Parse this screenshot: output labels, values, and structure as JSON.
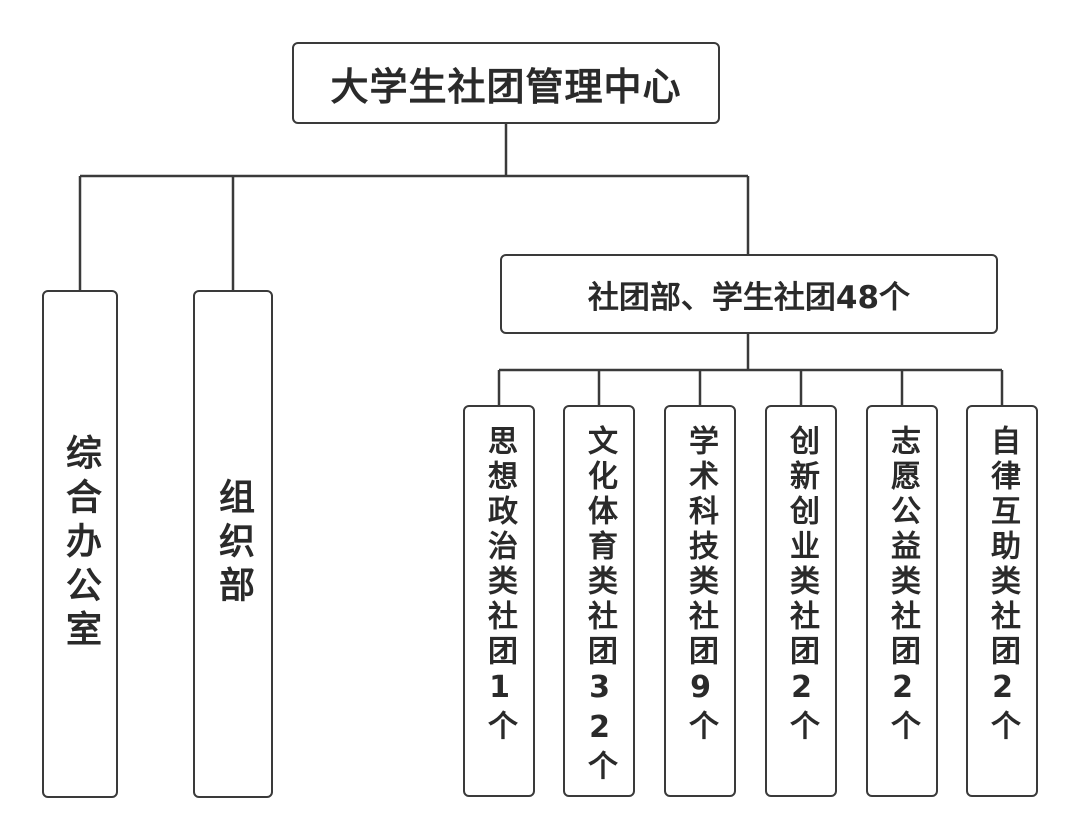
{
  "root": {
    "title": "大学生社团管理中心"
  },
  "units": [
    {
      "name": "综合办公室"
    },
    {
      "name": "组织部"
    }
  ],
  "club_dept": {
    "title": "社团部、学生社团48个"
  },
  "clubs": [
    {
      "name": "思想政治类社团1个"
    },
    {
      "name": "文化体育类社团32个"
    },
    {
      "name": "学术科技类社团9个"
    },
    {
      "name": "创新创业类社团2个"
    },
    {
      "name": "志愿公益类社团2个"
    },
    {
      "name": "自律互助类社团2个"
    }
  ]
}
